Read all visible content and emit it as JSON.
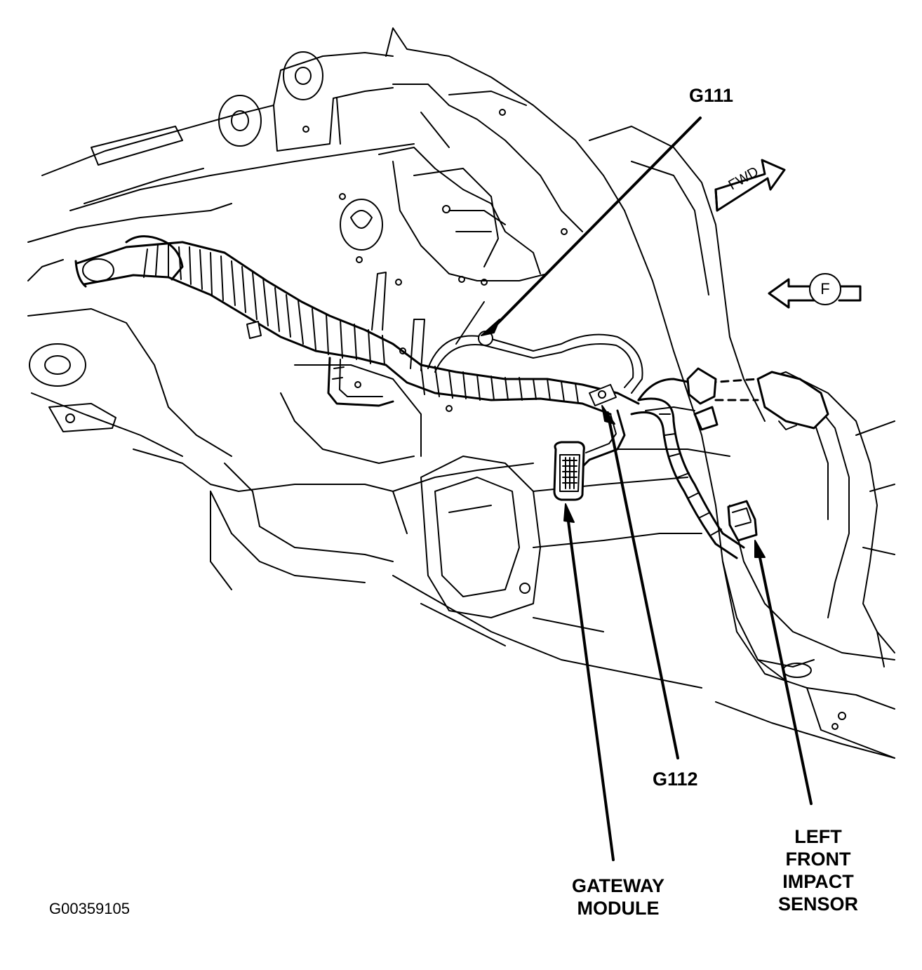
{
  "labels": {
    "g111": "G111",
    "g112": "G112",
    "gateway_line1": "GATEWAY",
    "gateway_line2": "MODULE",
    "impact_line1": "LEFT",
    "impact_line2": "FRONT",
    "impact_line3": "IMPACT",
    "impact_line4": "SENSOR"
  },
  "arrows": {
    "fwd": "FWD",
    "front": "F"
  },
  "figure_code": "G00359105",
  "colors": {
    "ink": "#000000",
    "paper": "#ffffff",
    "shade": "#d8d8d8"
  }
}
